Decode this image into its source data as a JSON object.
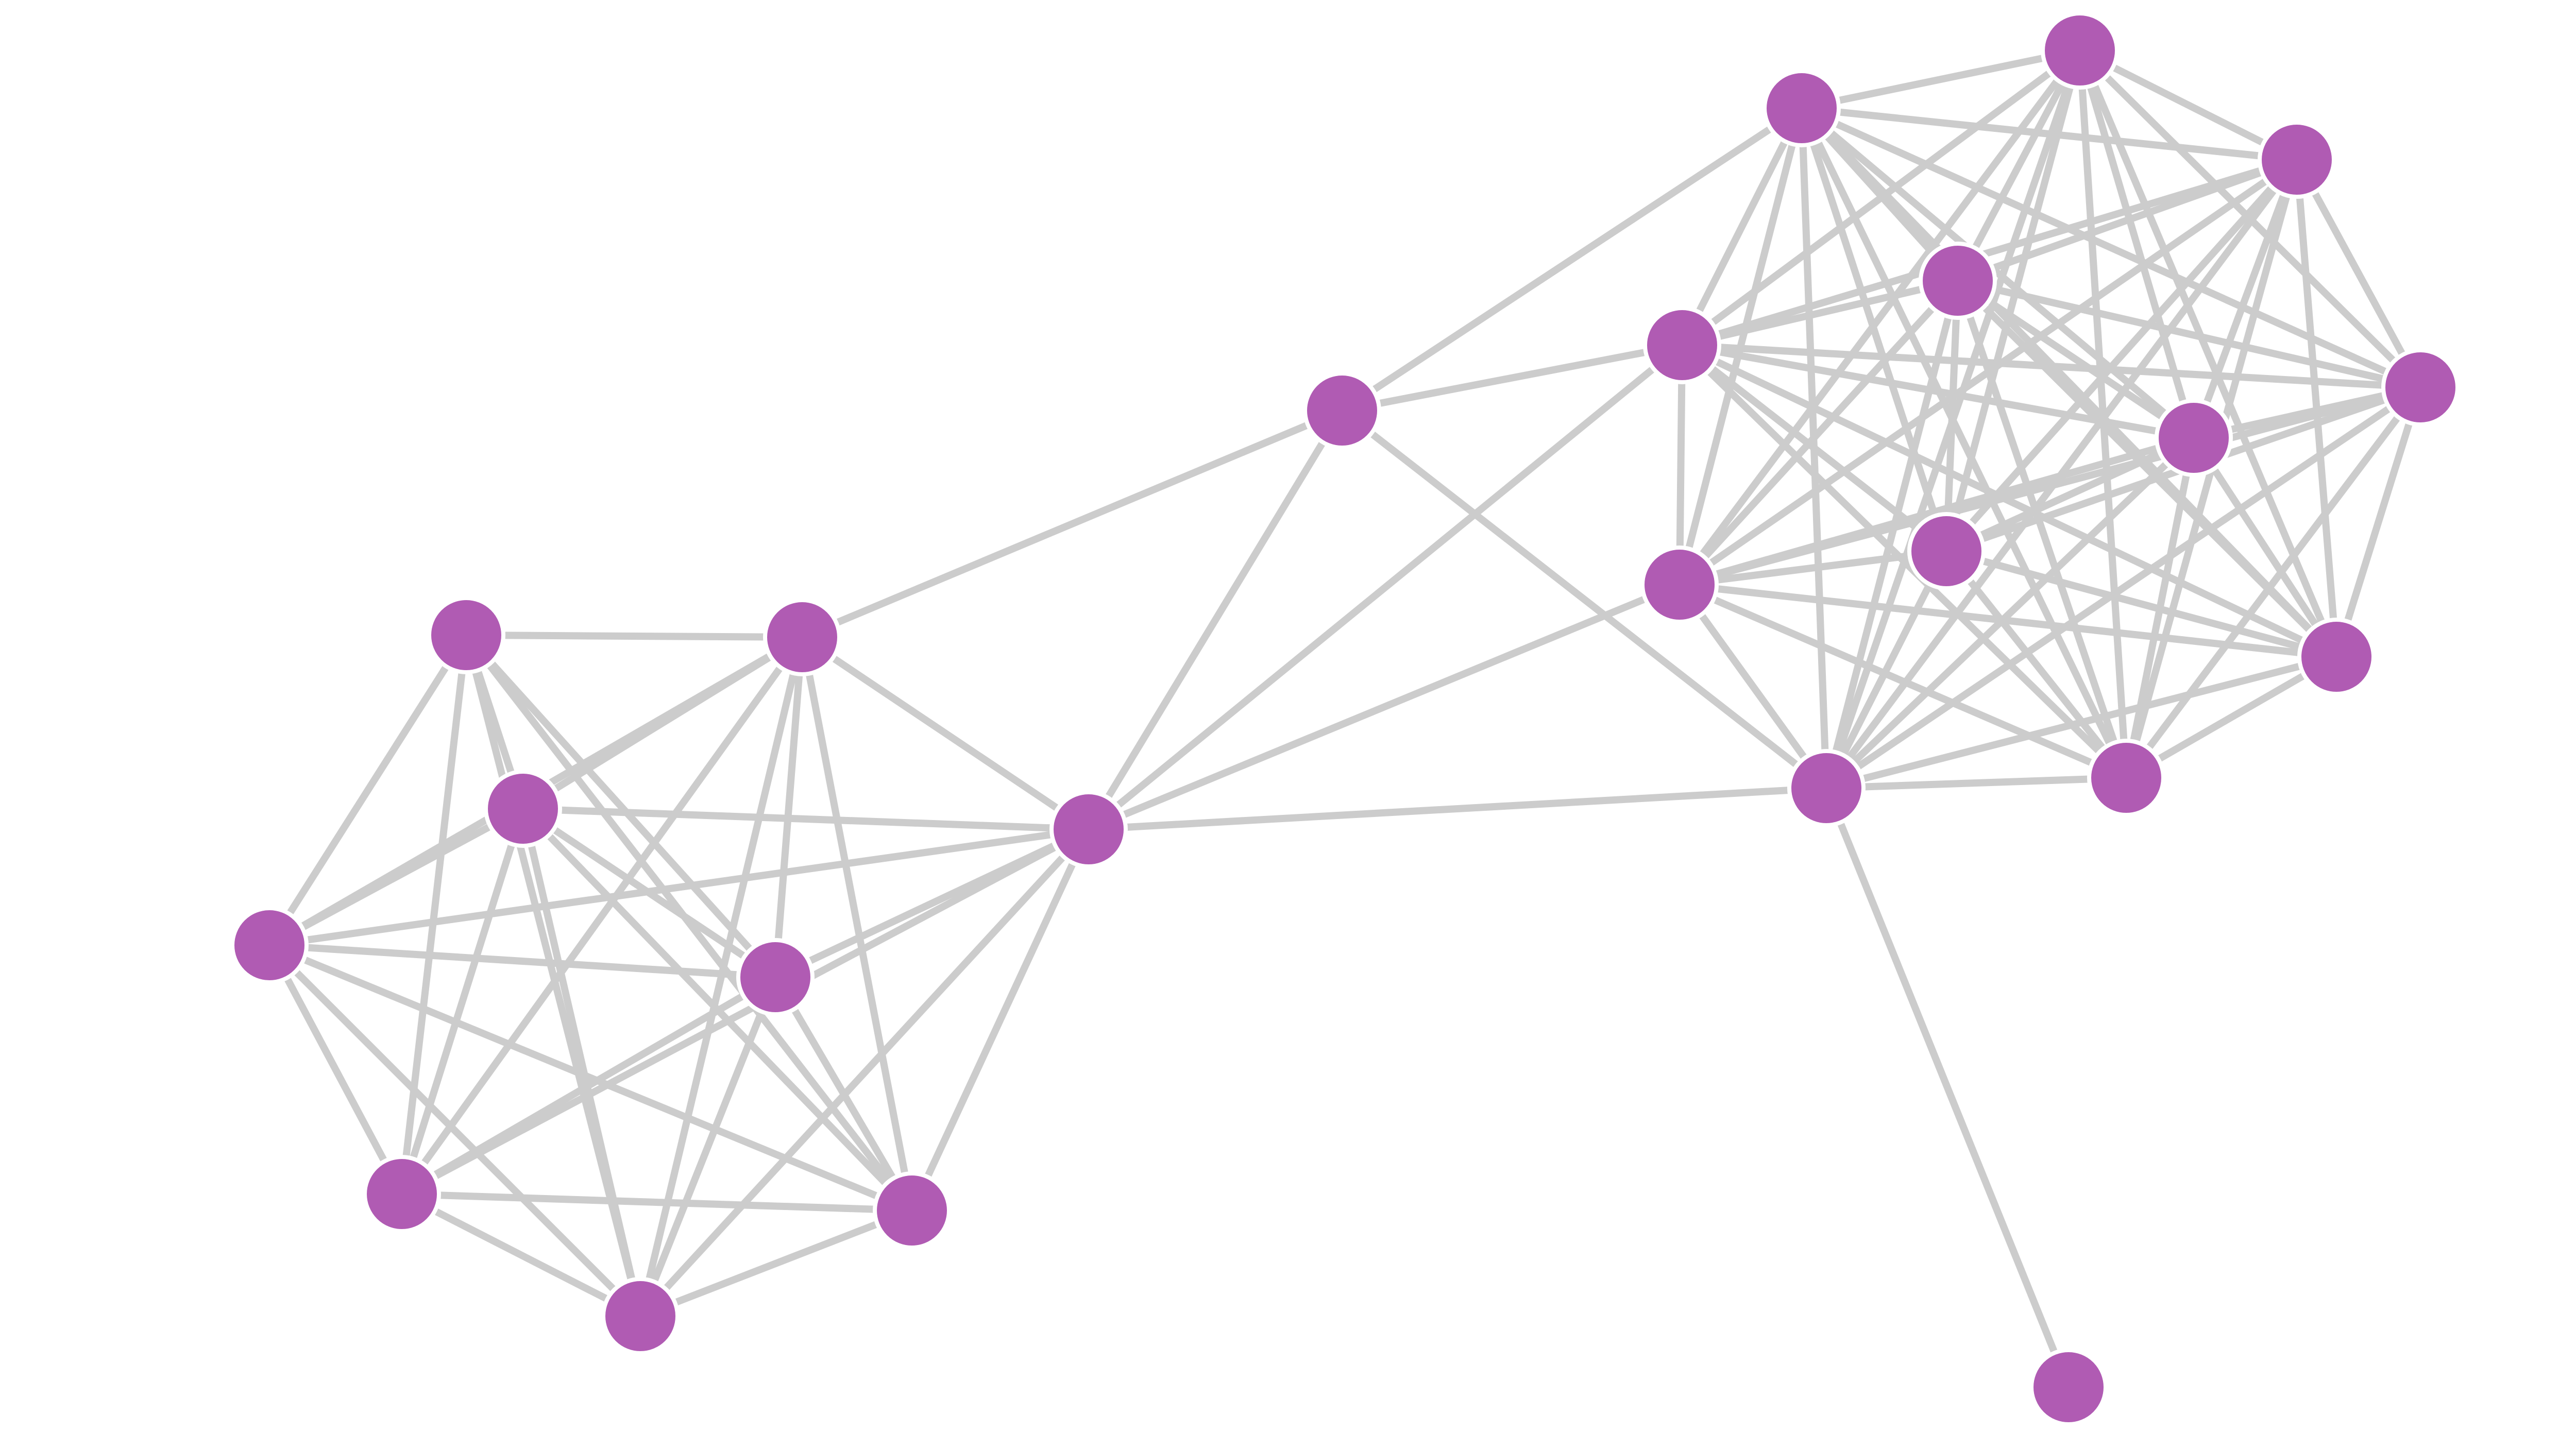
{
  "graph": {
    "node_color": "#b05bb3",
    "edge_color": "#cccccc",
    "nodes": [
      {
        "id": "n1"
      },
      {
        "id": "n2"
      },
      {
        "id": "n3"
      },
      {
        "id": "n4"
      },
      {
        "id": "n5"
      },
      {
        "id": "n6"
      },
      {
        "id": "n7"
      },
      {
        "id": "n8"
      },
      {
        "id": "n9"
      },
      {
        "id": "n10"
      },
      {
        "id": "n11"
      },
      {
        "id": "n12"
      },
      {
        "id": "n13"
      },
      {
        "id": "n14"
      },
      {
        "id": "n15"
      },
      {
        "id": "n16"
      },
      {
        "id": "n17"
      },
      {
        "id": "n18"
      },
      {
        "id": "n19"
      },
      {
        "id": "n20"
      },
      {
        "id": "n21"
      },
      {
        "id": "n22"
      },
      {
        "id": "n23"
      }
    ],
    "edges": [
      [
        "n1",
        "n2"
      ],
      [
        "n1",
        "n3"
      ],
      [
        "n1",
        "n4"
      ],
      [
        "n1",
        "n5"
      ],
      [
        "n1",
        "n7"
      ],
      [
        "n1",
        "n8"
      ],
      [
        "n1",
        "n9"
      ],
      [
        "n2",
        "n3"
      ],
      [
        "n2",
        "n4"
      ],
      [
        "n2",
        "n5"
      ],
      [
        "n2",
        "n6"
      ],
      [
        "n2",
        "n7"
      ],
      [
        "n2",
        "n8"
      ],
      [
        "n2",
        "n9"
      ],
      [
        "n2",
        "n10"
      ],
      [
        "n3",
        "n4"
      ],
      [
        "n3",
        "n5"
      ],
      [
        "n3",
        "n6"
      ],
      [
        "n3",
        "n7"
      ],
      [
        "n3",
        "n8"
      ],
      [
        "n3",
        "n9"
      ],
      [
        "n4",
        "n5"
      ],
      [
        "n4",
        "n6"
      ],
      [
        "n4",
        "n7"
      ],
      [
        "n4",
        "n8"
      ],
      [
        "n4",
        "n9"
      ],
      [
        "n5",
        "n6"
      ],
      [
        "n5",
        "n7"
      ],
      [
        "n5",
        "n8"
      ],
      [
        "n5",
        "n9"
      ],
      [
        "n6",
        "n7"
      ],
      [
        "n6",
        "n8"
      ],
      [
        "n6",
        "n9"
      ],
      [
        "n6",
        "n10"
      ],
      [
        "n6",
        "n11"
      ],
      [
        "n6",
        "n12"
      ],
      [
        "n6",
        "n13"
      ],
      [
        "n7",
        "n8"
      ],
      [
        "n7",
        "n9"
      ],
      [
        "n8",
        "n9"
      ],
      [
        "n10",
        "n11"
      ],
      [
        "n10",
        "n14"
      ],
      [
        "n10",
        "n13"
      ],
      [
        "n11",
        "n14"
      ],
      [
        "n11",
        "n15"
      ],
      [
        "n11",
        "n16"
      ],
      [
        "n11",
        "n17"
      ],
      [
        "n11",
        "n18"
      ],
      [
        "n11",
        "n19"
      ],
      [
        "n11",
        "n20"
      ],
      [
        "n11",
        "n21"
      ],
      [
        "n11",
        "n22"
      ],
      [
        "n11",
        "n12"
      ],
      [
        "n12",
        "n14"
      ],
      [
        "n12",
        "n15"
      ],
      [
        "n12",
        "n16"
      ],
      [
        "n12",
        "n17"
      ],
      [
        "n12",
        "n18"
      ],
      [
        "n12",
        "n19"
      ],
      [
        "n12",
        "n20"
      ],
      [
        "n12",
        "n21"
      ],
      [
        "n12",
        "n22"
      ],
      [
        "n12",
        "n13"
      ],
      [
        "n13",
        "n14"
      ],
      [
        "n13",
        "n15"
      ],
      [
        "n13",
        "n16"
      ],
      [
        "n13",
        "n17"
      ],
      [
        "n13",
        "n18"
      ],
      [
        "n13",
        "n19"
      ],
      [
        "n13",
        "n20"
      ],
      [
        "n13",
        "n21"
      ],
      [
        "n13",
        "n22"
      ],
      [
        "n13",
        "n23"
      ],
      [
        "n14",
        "n15"
      ],
      [
        "n14",
        "n16"
      ],
      [
        "n14",
        "n17"
      ],
      [
        "n14",
        "n18"
      ],
      [
        "n14",
        "n19"
      ],
      [
        "n14",
        "n20"
      ],
      [
        "n14",
        "n21"
      ],
      [
        "n14",
        "n22"
      ],
      [
        "n15",
        "n16"
      ],
      [
        "n15",
        "n17"
      ],
      [
        "n15",
        "n18"
      ],
      [
        "n15",
        "n19"
      ],
      [
        "n15",
        "n20"
      ],
      [
        "n15",
        "n21"
      ],
      [
        "n15",
        "n22"
      ],
      [
        "n16",
        "n17"
      ],
      [
        "n16",
        "n18"
      ],
      [
        "n16",
        "n19"
      ],
      [
        "n16",
        "n20"
      ],
      [
        "n16",
        "n21"
      ],
      [
        "n16",
        "n22"
      ],
      [
        "n17",
        "n18"
      ],
      [
        "n17",
        "n19"
      ],
      [
        "n17",
        "n20"
      ],
      [
        "n17",
        "n21"
      ],
      [
        "n17",
        "n22"
      ],
      [
        "n18",
        "n19"
      ],
      [
        "n18",
        "n20"
      ],
      [
        "n18",
        "n21"
      ],
      [
        "n18",
        "n22"
      ],
      [
        "n19",
        "n20"
      ],
      [
        "n19",
        "n21"
      ],
      [
        "n19",
        "n22"
      ],
      [
        "n20",
        "n21"
      ],
      [
        "n20",
        "n22"
      ],
      [
        "n21",
        "n22"
      ]
    ]
  }
}
